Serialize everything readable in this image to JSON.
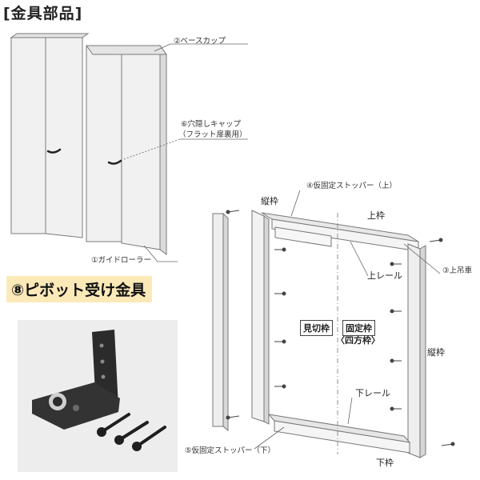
{
  "title": "[金具部品]",
  "labels": {
    "base_cap": "②ベースカップ",
    "hole_cap_1": "⑥穴隠しキャップ",
    "hole_cap_2": "（フラット扉裏用）",
    "guide_roller": "①ガイドローラー",
    "pivot": "⑧ピボット受け金具",
    "stopper_top": "④仮固定ストッパー（上）",
    "tate_waku_left": "縦枠",
    "ue_waku": "上枠",
    "hanger": "③上吊車",
    "upper_rail": "上レール",
    "mikiri_waku": "見切枠",
    "kotei_waku": "固定枠",
    "shiho_waku": "〈四方枠〉",
    "tate_waku_right": "縦枠",
    "lower_rail": "下レール",
    "stopper_bottom": "⑤仮固定ストッパー（下）",
    "shita_waku": "下枠"
  },
  "colors": {
    "panel_fill": "#f1f1f1",
    "panel_stroke": "#7a7a7a",
    "callout_bg": "#fbe9b8",
    "photo_bg": "#ededed",
    "bracket": "#2b2b2b"
  }
}
